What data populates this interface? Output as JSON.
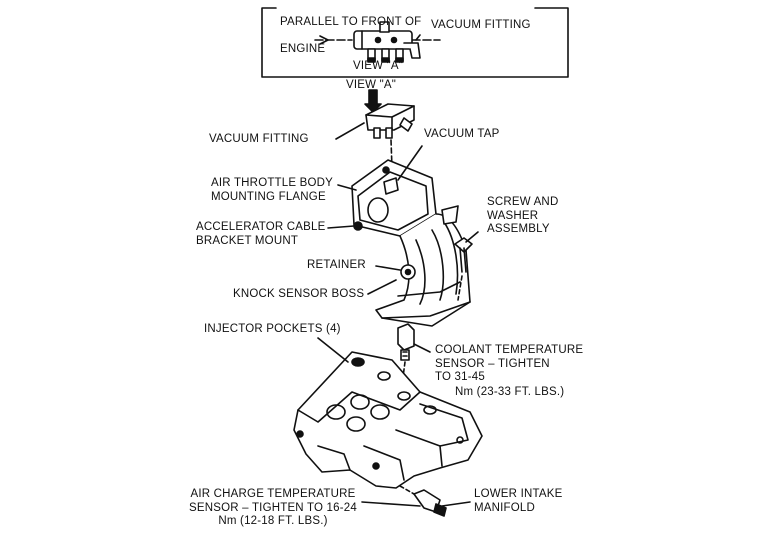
{
  "inset": {
    "title_line1": "PARALLEL TO FRONT OF",
    "title_line2": "ENGINE",
    "vacuum_fitting": "VACUUM FITTING",
    "view_a": "VIEW \"A\""
  },
  "labels": {
    "view_a_arrow": "VIEW \"A\"",
    "vacuum_fitting": "VACUUM FITTING",
    "vacuum_tap": "VACUUM TAP",
    "air_throttle_body": "AIR THROTTLE BODY\nMOUNTING FLANGE",
    "screw_washer": "SCREW AND\nWASHER\nASSEMBLY",
    "accelerator_cable": "ACCELERATOR CABLE\nBRACKET MOUNT",
    "retainer": "RETAINER",
    "knock_sensor": "KNOCK SENSOR BOSS",
    "injector_pockets": "INJECTOR POCKETS (4)",
    "coolant_sensor": "COOLANT TEMPERATURE\nSENSOR  –  TIGHTEN\nTO 31-45",
    "coolant_torque": "Nm (23-33 FT. LBS.)",
    "air_charge_sensor": "AIR CHARGE TEMPERATURE\nSENSOR  –  TIGHTEN TO 16-24\nNm (12-18 FT. LBS.)",
    "lower_intake": "LOWER INTAKE\nMANIFOLD"
  }
}
